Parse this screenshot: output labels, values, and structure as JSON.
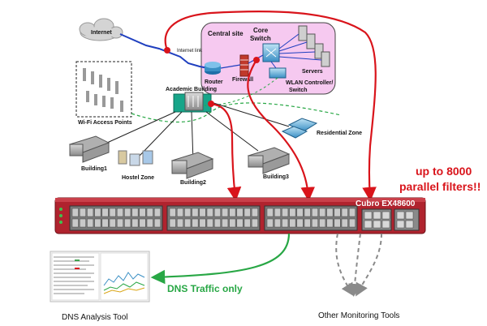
{
  "labels": {
    "internet": "Internet",
    "internet_link": "Internet link",
    "central_site": "Central site",
    "core_switch_1": "Core",
    "core_switch_2": "Switch",
    "servers": "Servers",
    "router": "Router",
    "firewall": "Firewall",
    "wlan_1": "WLAN Controller/",
    "wlan_2": "Switch",
    "academic_building": "Academic Building",
    "wifi_access_points": "Wi-Fi Access Points",
    "residential_zone": "Residential Zone",
    "building1": "Building1",
    "hostel_zone": "Hostel Zone",
    "building2": "Building2",
    "building3": "Building3",
    "device_name": "Cubro EX48600",
    "filters_1": "up to 8000",
    "filters_2": "parallel filters!!",
    "dns_traffic": "DNS Traffic only",
    "dns_tool": "DNS Analysis Tool",
    "other_tools": "Other Monitoring Tools"
  },
  "colors": {
    "device_red": "#b0232e",
    "annotation_red": "#d9141b",
    "dns_green": "#28a745",
    "central_site_fill": "#f6c9f0"
  },
  "icons": [
    "cloud-icon",
    "router-icon",
    "firewall-icon",
    "core-switch-icon",
    "server-icon",
    "wlan-switch-icon",
    "building-icon",
    "access-point-icon",
    "monitor-screenshot-icon"
  ]
}
